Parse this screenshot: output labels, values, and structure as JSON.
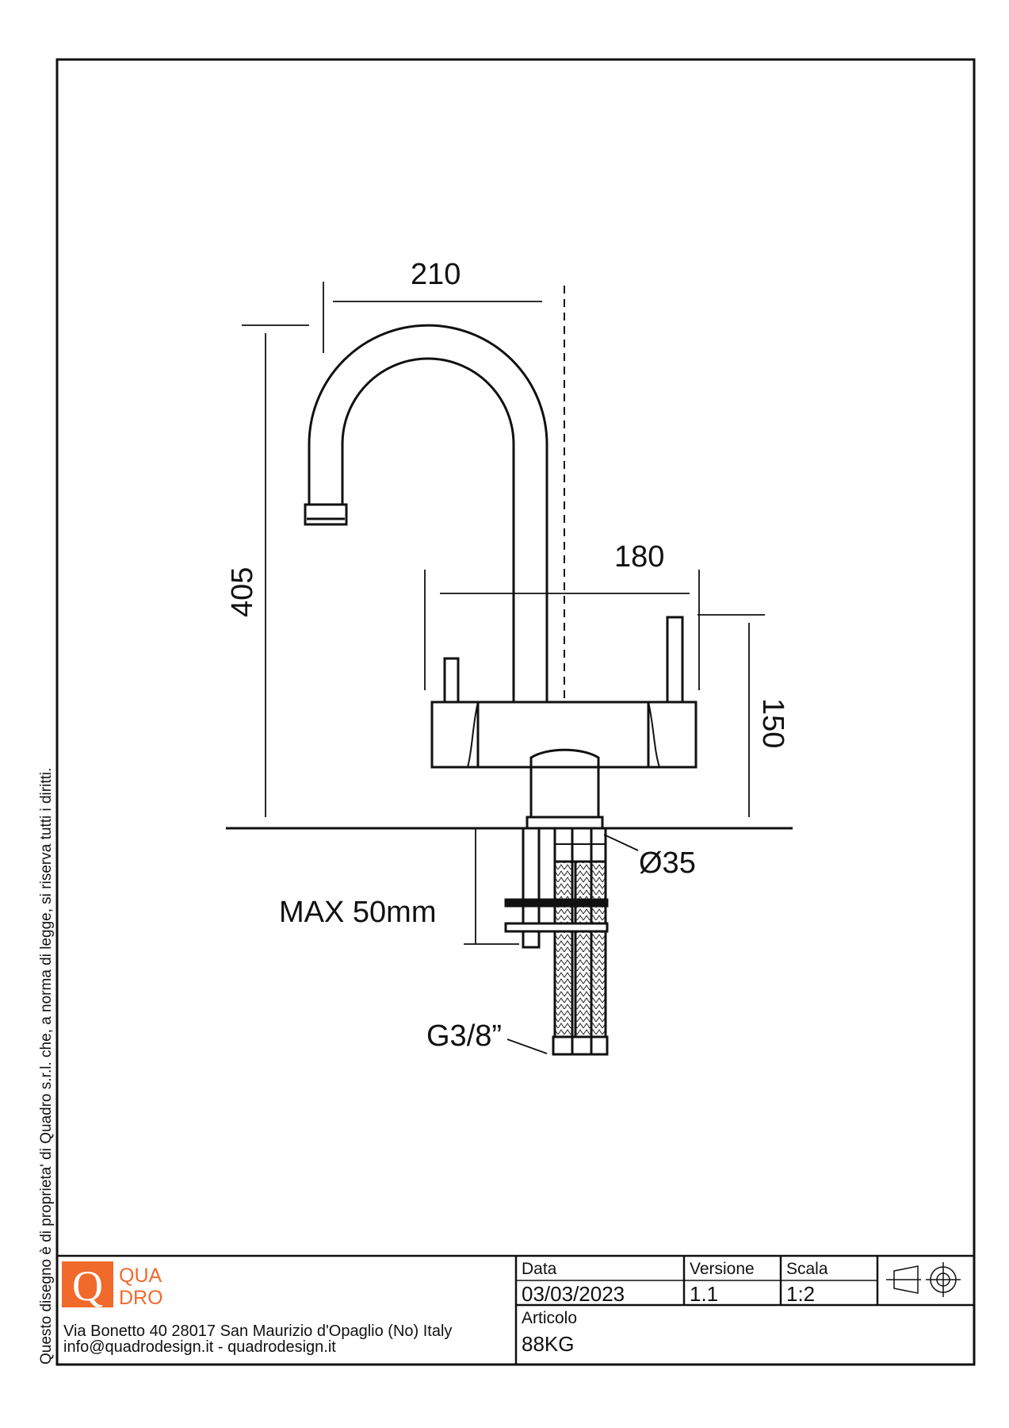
{
  "colors": {
    "brand": "#f06a2c",
    "ink": "#111111",
    "paper": "#ffffff"
  },
  "dimensions": {
    "spout_reach": "210",
    "handle_span": "180",
    "total_height": "405",
    "body_height": "150",
    "hole_diameter": "Ø35",
    "max_deck": "MAX 50mm",
    "connection": "G3/8”"
  },
  "side_note": "Questo disegno è di proprieta' di Quadro s.r.l. che, a norma di legge, si riserva tutti i diritti.",
  "company": {
    "logo_letter": "Q",
    "logo_line1": "QUA",
    "logo_line2": "DRO",
    "address_line1": "Via Bonetto 40  28017 San Maurizio d'Opaglio (No) Italy",
    "address_line2": "info@quadrodesign.it  -  quadrodesign.it"
  },
  "title_block": {
    "date_label": "Data",
    "date_value": "03/03/2023",
    "version_label": "Versione",
    "version_value": "1.1",
    "scale_label": "Scala",
    "scale_value": "1:2",
    "article_label": "Articolo",
    "article_value": "88KG",
    "projection_icon": "first-angle-projection-icon"
  }
}
